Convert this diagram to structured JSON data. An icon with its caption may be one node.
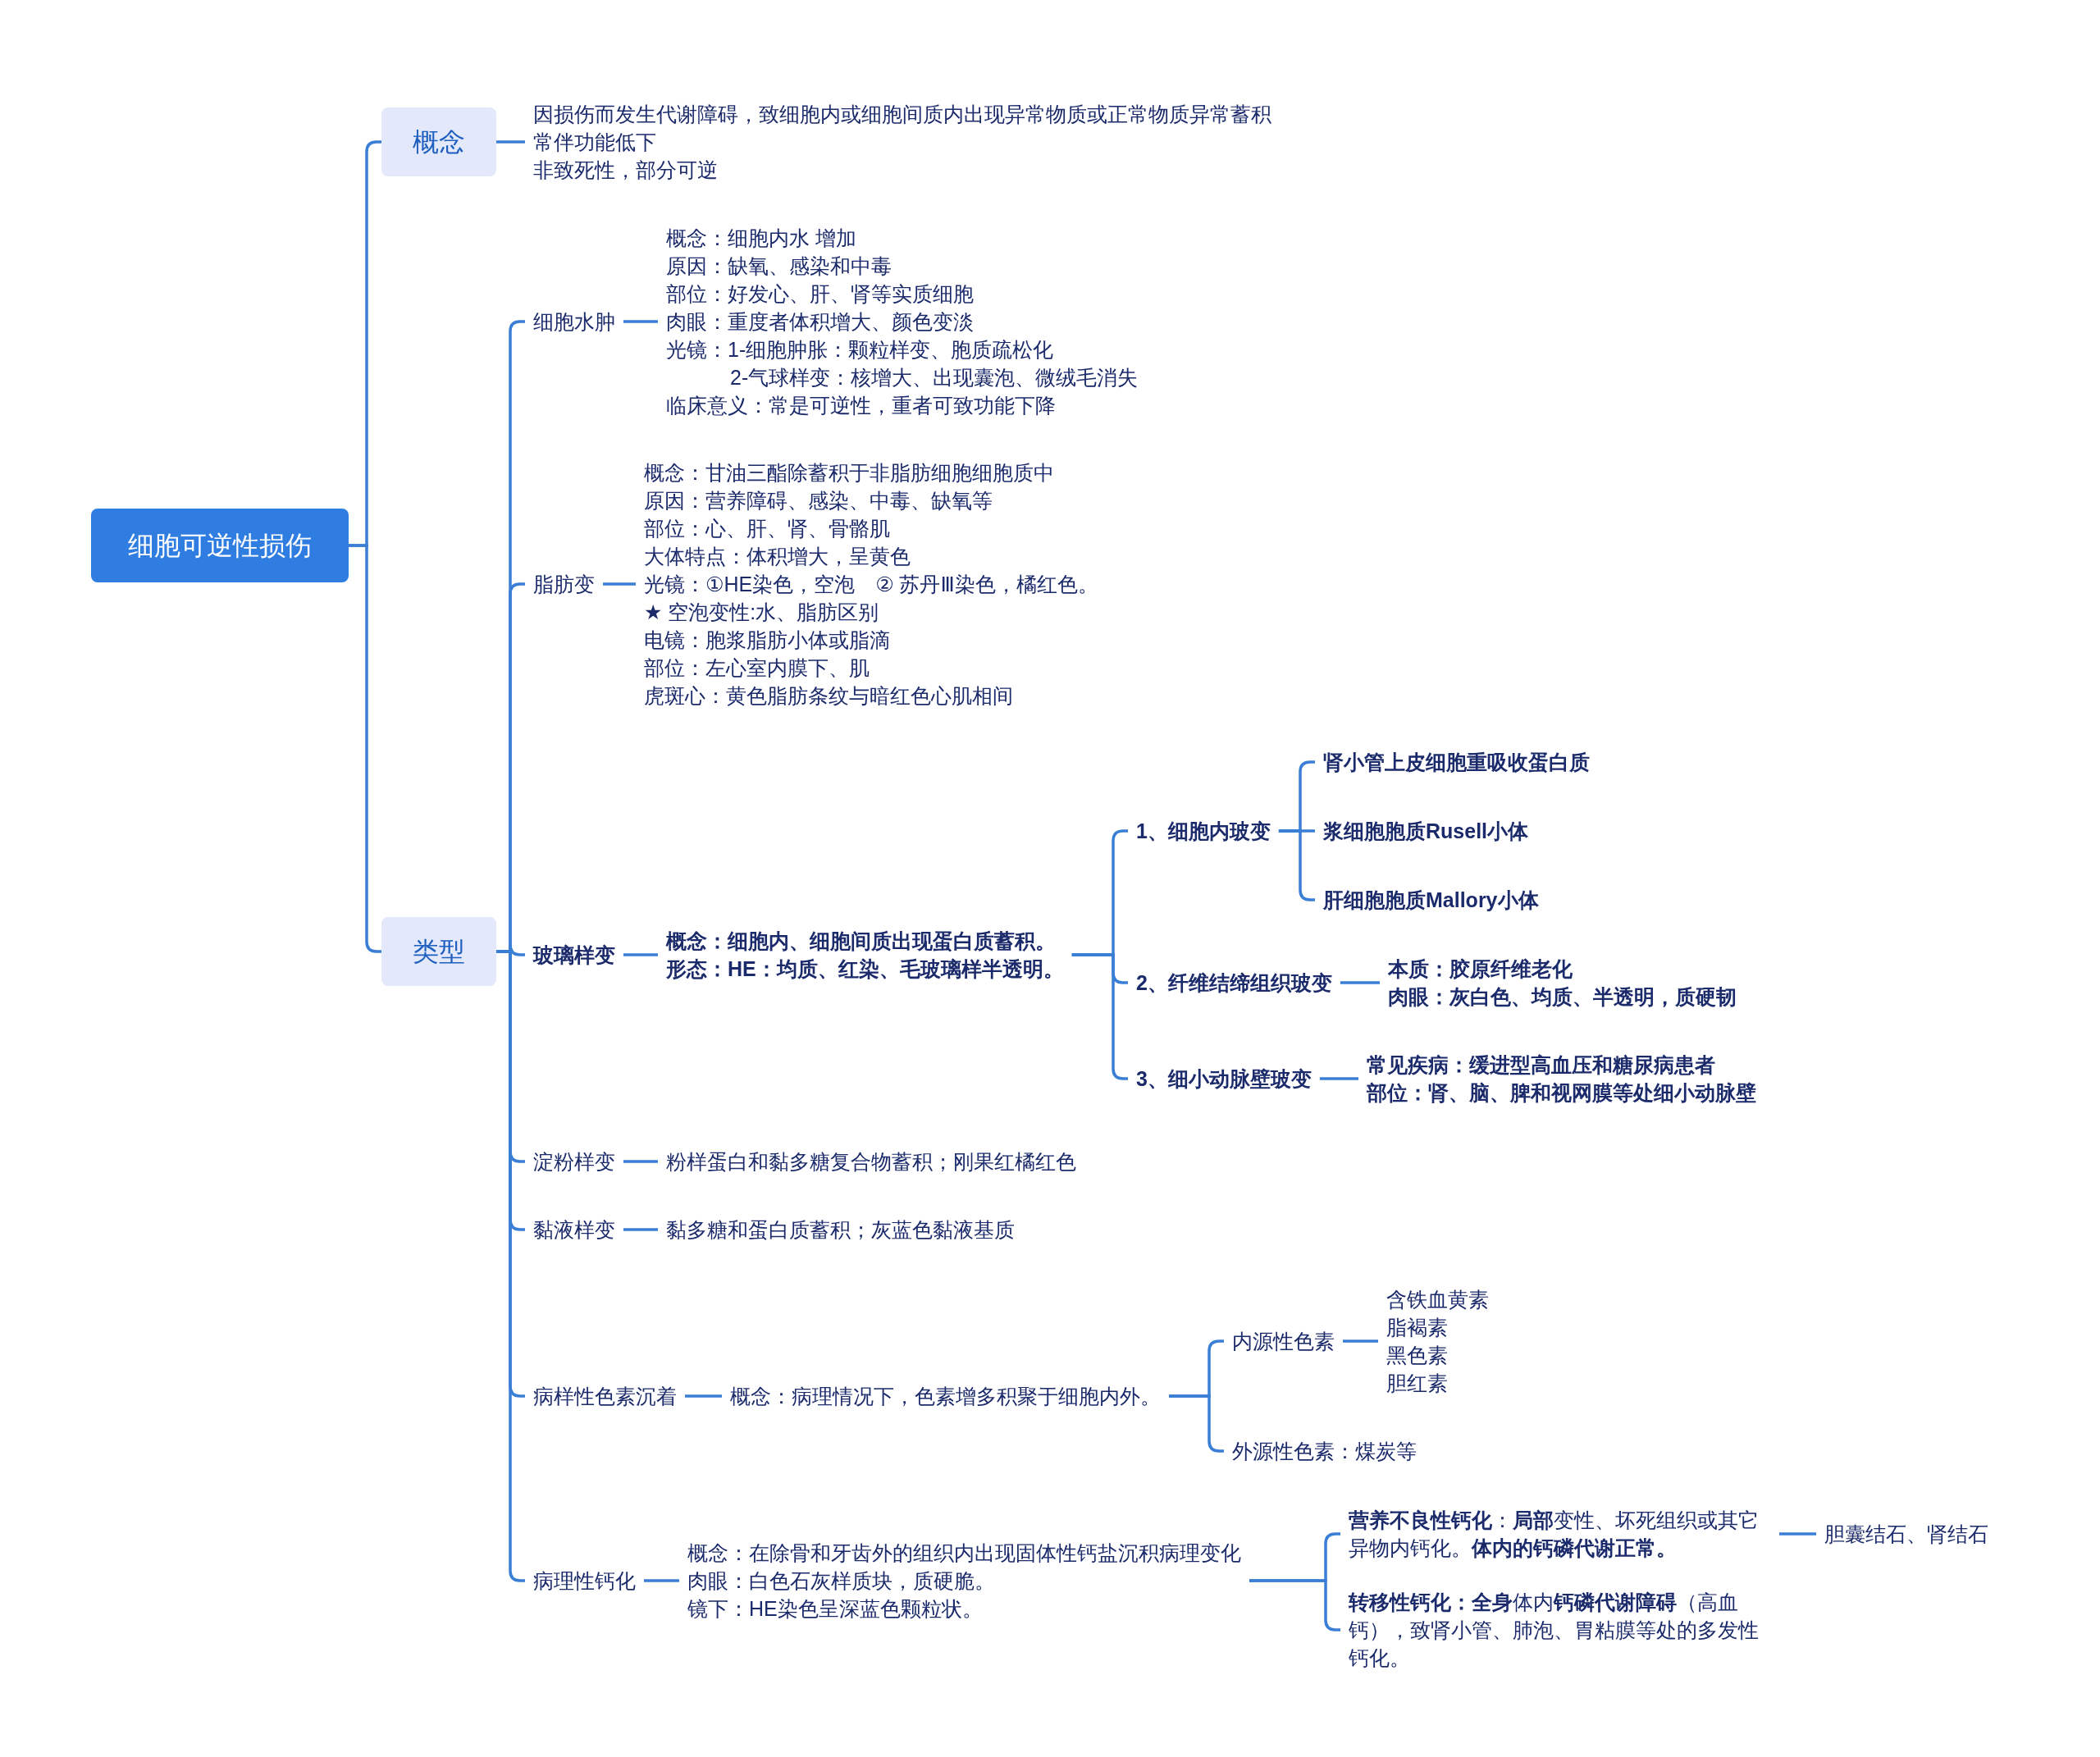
{
  "diagram": {
    "nodes": [
      {
        "text": [
          "细胞可逆性损伤"
        ]
      },
      {
        "text": [
          "概念"
        ]
      },
      {
        "text": [
          "因损伤而发生代谢障碍，致细胞内或细胞间质内出现异常物质或正常物质异常蓄积",
          "常伴功能低下",
          "非致死性，部分可逆"
        ]
      },
      {
        "text": [
          "类型"
        ]
      },
      {
        "text": [
          "细胞水肿"
        ]
      },
      {
        "text": [
          "概念：细胞内水 增加",
          "原因：缺氧、感染和中毒",
          "部位：好发心、肝、肾等实质细胞",
          "肉眼：重度者体积增大、颜色变淡",
          "光镜：1-细胞肿胀：颗粒样变、胞质疏松化",
          "2-气球样变：核增大、出现囊泡、微绒毛消失",
          "临床意义：常是可逆性，重者可致功能下降"
        ]
      },
      {
        "text": [
          "脂肪变"
        ]
      },
      {
        "text": [
          "概念：甘油三酯除蓄积于非脂肪细胞细胞质中",
          "原因：营养障碍、感染、中毒、缺氧等",
          "部位：心、肝、肾、骨骼肌",
          "大体特点：体积增大，呈黄色",
          "光镜：①HE染色，空泡　②  苏丹Ⅲ染色，橘红色。",
          "★ 空泡变性:水、脂肪区别",
          "电镜：胞浆脂肪小体或脂滴",
          "部位：左心室内膜下、肌",
          "虎斑心：黄色脂肪条纹与暗红色心肌相间"
        ]
      },
      {
        "text": [
          "玻璃样变"
        ]
      },
      {
        "text": [
          "概念：细胞内、细胞间质出现蛋白质蓄积。",
          "形态：HE：均质、红染、毛玻璃样半透明。"
        ]
      },
      {
        "text": [
          "1、细胞内玻变"
        ]
      },
      {
        "text": [
          "肾小管上皮细胞重吸收蛋白质"
        ]
      },
      {
        "text": [
          "浆细胞胞质Rusell小体"
        ]
      },
      {
        "text": [
          "肝细胞胞质Mallory小体"
        ]
      },
      {
        "text": [
          "2、纤维结缔组织玻变"
        ]
      },
      {
        "text": [
          "本质：胶原纤维老化",
          "肉眼：灰白色、均质、半透明，质硬韧"
        ]
      },
      {
        "text": [
          "3、细小动脉壁玻变"
        ]
      },
      {
        "text": [
          "常见疾病：缓进型高血压和糖尿病患者",
          "部位：肾、脑、脾和视网膜等处细小动脉壁"
        ]
      },
      {
        "text": [
          "淀粉样变"
        ]
      },
      {
        "text": [
          "粉样蛋白和黏多糖复合物蓄积；刚果红橘红色"
        ]
      },
      {
        "text": [
          "黏液样变"
        ]
      },
      {
        "text": [
          "黏多糖和蛋白质蓄积；灰蓝色黏液基质"
        ]
      },
      {
        "text": [
          "病样性色素沉着"
        ]
      },
      {
        "text": [
          "概念：病理情况下，色素增多积聚于细胞内外。"
        ]
      },
      {
        "text": [
          "内源性色素"
        ]
      },
      {
        "text": [
          "含铁血黄素",
          "脂褐素",
          "黑色素",
          "胆红素"
        ]
      },
      {
        "text": [
          "外源性色素：煤炭等"
        ]
      },
      {
        "text": [
          "病理性钙化"
        ]
      },
      {
        "text": [
          "概念：在除骨和牙齿外的组织内出现固体性钙盐沉积病理变化",
          "肉眼：白色石灰样质块，质硬脆。",
          "镜下：HE染色呈深蓝色颗粒状。"
        ]
      },
      {
        "text": [
          "**营养不良性钙化**：**局部**变性、坏死组织或其它异物内钙化。**体内的钙磷代谢正常。**"
        ]
      },
      {
        "text": [
          "胆囊结石、肾结石"
        ]
      },
      {
        "text": [
          "**转移性钙化：全身**体内**钙磷代谢障碍**（高血钙），致肾小管、肺泡、胃粘膜等处的多发性钙化。"
        ]
      }
    ],
    "edges": [
      {
        "from": 0,
        "to": 1,
        "arrow": "none"
      },
      {
        "from": 0,
        "to": 3,
        "arrow": "none"
      },
      {
        "from": 1,
        "to": 2,
        "arrow": "none"
      },
      {
        "from": 3,
        "to": 4,
        "arrow": "none"
      },
      {
        "from": 4,
        "to": 5,
        "arrow": "none"
      },
      {
        "from": 3,
        "to": 6,
        "arrow": "none"
      },
      {
        "from": 6,
        "to": 7,
        "arrow": "none"
      },
      {
        "from": 3,
        "to": 8,
        "arrow": "none"
      },
      {
        "from": 8,
        "to": 9,
        "arrow": "none"
      },
      {
        "from": 9,
        "to": 10,
        "arrow": "none"
      },
      {
        "from": 9,
        "to": 14,
        "arrow": "none"
      },
      {
        "from": 9,
        "to": 16,
        "arrow": "none"
      },
      {
        "from": 10,
        "to": 11,
        "arrow": "none"
      },
      {
        "from": 10,
        "to": 12,
        "arrow": "none"
      },
      {
        "from": 10,
        "to": 13,
        "arrow": "none"
      },
      {
        "from": 14,
        "to": 15,
        "arrow": "none"
      },
      {
        "from": 16,
        "to": 17,
        "arrow": "none"
      },
      {
        "from": 3,
        "to": 18,
        "arrow": "none"
      },
      {
        "from": 18,
        "to": 19,
        "arrow": "none"
      },
      {
        "from": 3,
        "to": 20,
        "arrow": "none"
      },
      {
        "from": 20,
        "to": 21,
        "arrow": "none"
      },
      {
        "from": 3,
        "to": 22,
        "arrow": "none"
      },
      {
        "from": 22,
        "to": 23,
        "arrow": "none"
      },
      {
        "from": 23,
        "to": 24,
        "arrow": "none"
      },
      {
        "from": 23,
        "to": 26,
        "arrow": "none"
      },
      {
        "from": 24,
        "to": 25,
        "arrow": "none"
      },
      {
        "from": 3,
        "to": 27,
        "arrow": "none"
      },
      {
        "from": 27,
        "to": 28,
        "arrow": "none"
      },
      {
        "from": 28,
        "to": 29,
        "arrow": "none"
      },
      {
        "from": 28,
        "to": 31,
        "arrow": "none"
      },
      {
        "from": 29,
        "to": 30,
        "arrow": "none"
      }
    ]
  }
}
